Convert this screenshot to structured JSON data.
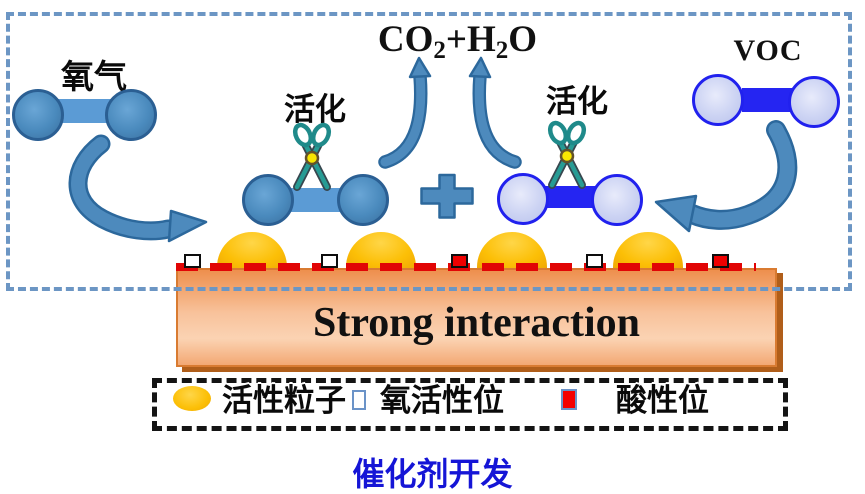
{
  "figure": {
    "top_labels": {
      "oxygen": "氧气",
      "activation_left": "活化",
      "activation_right": "活化",
      "voc": "VOC"
    },
    "products": {
      "co": "CO",
      "sub_a": "2",
      "plus_h": "+H",
      "sub_b": "2",
      "o": "O"
    },
    "slab": {
      "text": "Strong interaction"
    },
    "legend": {
      "active_particle": "活性粒子",
      "oxygen_active_site": "氧活性位",
      "acid_site": "酸性位"
    },
    "title": "催化剂开发",
    "colors": {
      "oxygen_molecule_fill": "#4a8abd",
      "oxygen_bond": "#5b9bd5",
      "voc_molecule_fill": "#ccd3f3",
      "voc_bond": "#2525f2",
      "arrow_blue": "#4d8abd",
      "slab_orange": "#f3a873",
      "particle_gold": "#fcbf06",
      "acid_red": "#ef0000",
      "red_dash": "#e10505",
      "frame_dash_blue": "#6c96c4",
      "legend_dash_black": "#141414",
      "title_blue": "#1515d6"
    }
  }
}
